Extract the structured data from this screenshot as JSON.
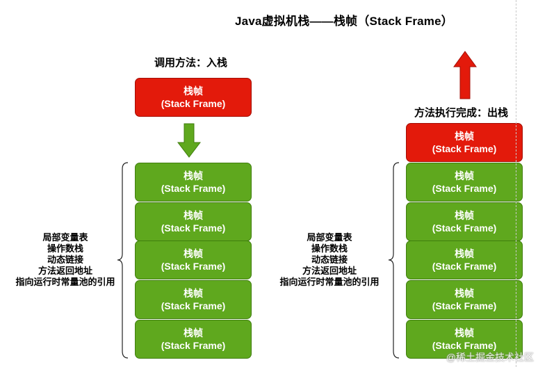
{
  "title": "Java虚拟机栈——栈帧（Stack Frame）",
  "left": {
    "caption": "调用方法：入栈",
    "pushed_frame": {
      "line1": "栈帧",
      "line2": "(Stack Frame)"
    },
    "stack": [
      {
        "line1": "栈帧",
        "line2": "(Stack Frame)"
      },
      {
        "line1": "栈帧",
        "line2": "(Stack Frame)"
      },
      {
        "line1": "栈帧",
        "line2": "(Stack Frame)"
      },
      {
        "line1": "栈帧",
        "line2": "(Stack Frame)"
      },
      {
        "line1": "栈帧",
        "line2": "(Stack Frame)"
      }
    ],
    "description": [
      "局部变量表",
      "操作数栈",
      "动态链接",
      "方法返回地址",
      "指向运行时常量池的引用"
    ]
  },
  "right": {
    "caption": "方法执行完成：出栈",
    "top_frame": {
      "line1": "栈帧",
      "line2": "(Stack Frame)"
    },
    "stack": [
      {
        "line1": "栈帧",
        "line2": "(Stack Frame)"
      },
      {
        "line1": "栈帧",
        "line2": "(Stack Frame)"
      },
      {
        "line1": "栈帧",
        "line2": "(Stack Frame)"
      },
      {
        "line1": "栈帧",
        "line2": "(Stack Frame)"
      },
      {
        "line1": "栈帧",
        "line2": "(Stack Frame)"
      }
    ],
    "description": [
      "局部变量表",
      "操作数栈",
      "动态链接",
      "方法返回地址",
      "指向运行时常量池的引用"
    ]
  },
  "watermark": "@稀土掘金技术社区",
  "colors": {
    "frame_green": "#5fa81e",
    "frame_red": "#e31a0b",
    "arrow_green": "#5fa81e",
    "arrow_red": "#e31a0b"
  }
}
